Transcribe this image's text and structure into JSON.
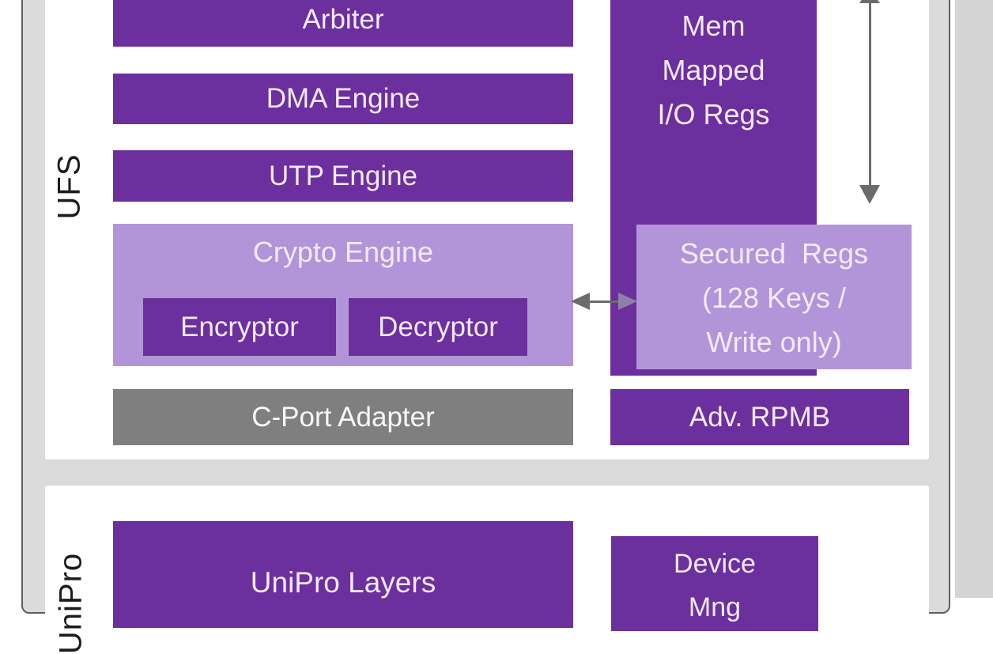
{
  "diagram": {
    "ufs_section": {
      "side_label": "UFS",
      "arbiter_label": "Arbiter",
      "dma_label": "DMA Engine",
      "utp_label": "UTP Engine",
      "crypto": {
        "label": "Crypto Engine",
        "encryptor_label": "Encryptor",
        "decryptor_label": "Decryptor"
      },
      "cport_label": "C-Port Adapter",
      "mem_mapped": {
        "line1": "Mem",
        "line2": "Mapped",
        "line3": "I/O Regs"
      },
      "secured_regs": {
        "line1": "Secured  Regs",
        "line2": "(128 Keys /",
        "line3": "Write only)"
      },
      "rpmb_label": "Adv. RPMB"
    },
    "unipro_section": {
      "side_label": "UniPro",
      "unipro_layers_label": "UniPro Layers",
      "device_mng": {
        "line1": "Device",
        "line2": "Mng"
      }
    },
    "colors": {
      "dark_purple": "#6c2f9e",
      "light_purple": "#b295d8",
      "gray_block": "#7f7f7f",
      "frame_fill": "#dbdbdb",
      "frame_border": "#5e5e60",
      "arrow_gray": "#6b6b6b",
      "block_text": "#f3eafb"
    }
  }
}
